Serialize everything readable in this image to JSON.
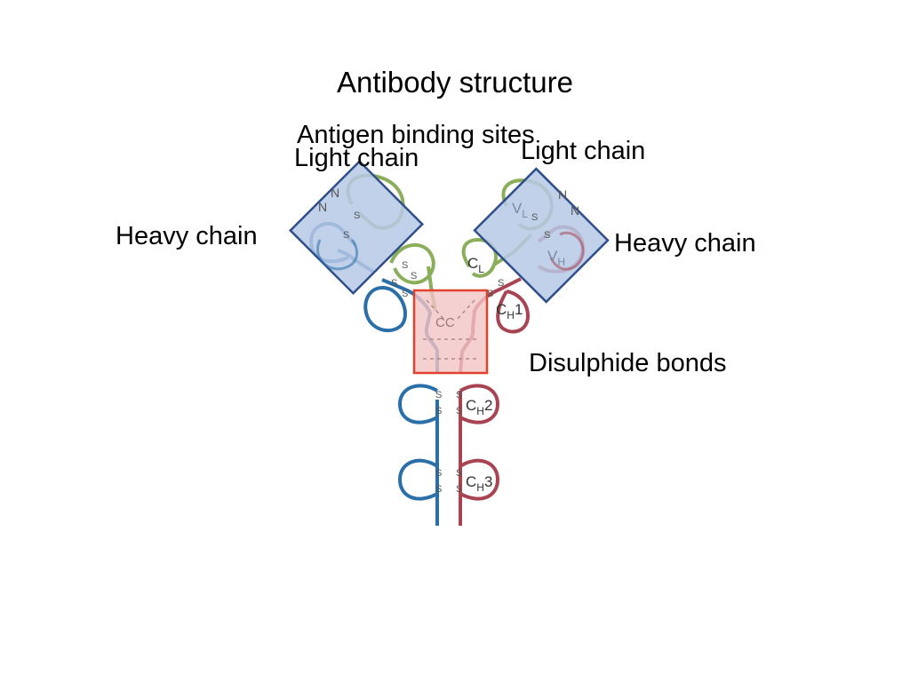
{
  "title": "Antibody structure",
  "labels": {
    "antigen_binding_sites": "Antigen binding sites",
    "light_chain_left": "Light chain",
    "light_chain_right": "Light chain",
    "heavy_chain_left": "Heavy chain",
    "heavy_chain_right": "Heavy chain",
    "disulphide_bonds": "Disulphide bonds"
  },
  "domains": {
    "vl": "V",
    "vl_sub": "L",
    "vh": "V",
    "vh_sub": "H",
    "cl": "C",
    "cl_sub": "L",
    "ch1": "C",
    "ch1_sub": "H",
    "ch1_num": "1",
    "ch2": "C",
    "ch2_sub": "H",
    "ch2_num": "2",
    "ch3": "C",
    "ch3_sub": "H",
    "ch3_num": "3",
    "hinge": "CC"
  },
  "termini": {
    "n": "N"
  },
  "bond": {
    "s": "S"
  },
  "colors": {
    "light_chain": "#8aae5a",
    "heavy_chain_left": "#2a6fa8",
    "heavy_chain_right": "#a84452",
    "variable_box_fill": "#b7c9e6",
    "variable_box_stroke": "#2f4f8a",
    "hinge_box_fill": "#f2c4c4",
    "hinge_box_stroke": "#e2412c"
  }
}
